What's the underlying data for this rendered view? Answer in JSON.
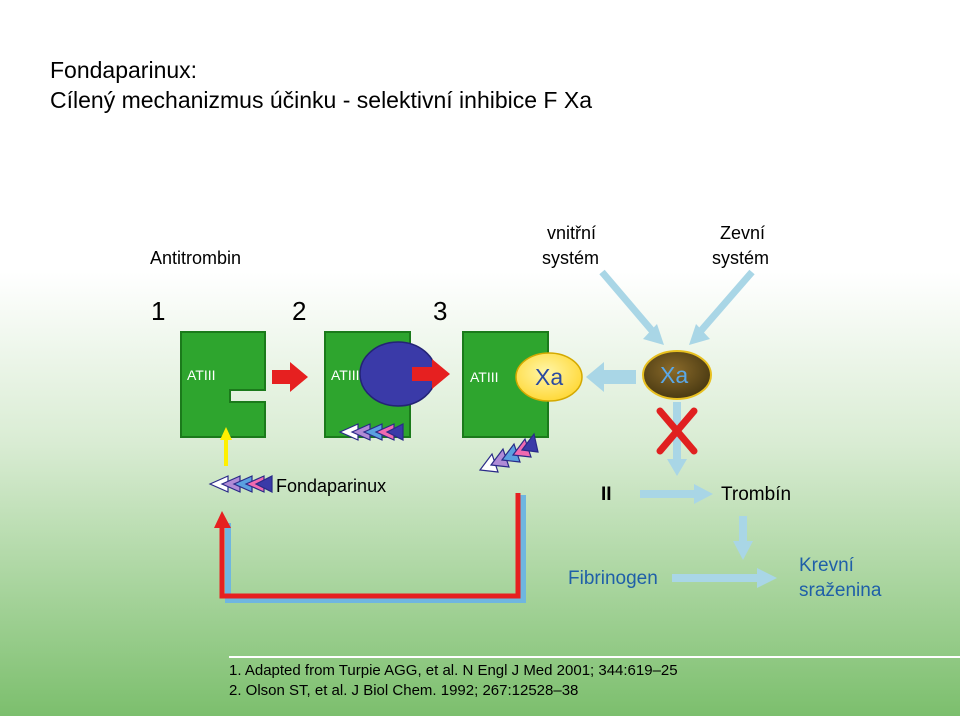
{
  "title": {
    "line1": "Fondaparinux:",
    "line2": "Cílený mechanizmus účinku - selektivní inhibice F Xa"
  },
  "labels": {
    "antitrombin": "Antitrombin",
    "intrinsic_1": "vnitřní",
    "intrinsic_2": "systém",
    "extrinsic_1": "Zevní",
    "extrinsic_2": "systém",
    "fondaparinux": "Fondaparinux",
    "factor_ii": "II",
    "trombin": "Trombín",
    "fibrinogen": "Fibrinogen",
    "clot_1": "Krevní",
    "clot_2": "sraženina"
  },
  "steps": [
    "1",
    "2",
    "3"
  ],
  "molecules": {
    "atiii": "ATIII",
    "xa": "Xa"
  },
  "references": [
    "1. Adapted from Turpie AGG, et al. N Engl J Med 2001; 344:619–25",
    "2. Olson ST, et al. J Biol Chem. 1992; 267:12528–38"
  ],
  "colors": {
    "atiii_green": "#2ea52e",
    "xa_yellow": "#ffe94a",
    "activator_blue": "#3a3aa8",
    "arrow_red": "#e62020",
    "arrow_lightblue": "#a9d6e6",
    "inhibit_red": "#e02020",
    "text_blue": "#1f5fa8"
  }
}
